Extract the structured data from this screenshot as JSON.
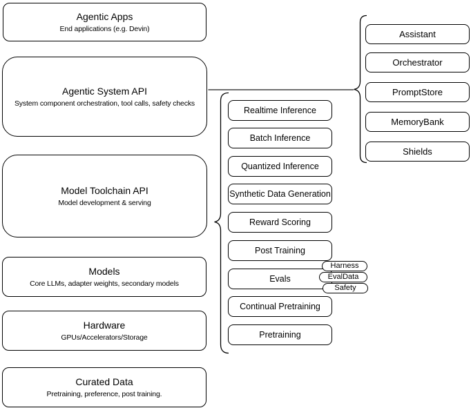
{
  "diagram": {
    "left_stack": [
      {
        "title": "Agentic Apps",
        "subtitle": "End applications (e.g. Devin)"
      },
      {
        "title": "Agentic System API",
        "subtitle": "System component orchestration, tool calls, safety checks"
      },
      {
        "title": "Model Toolchain API",
        "subtitle": "Model development & serving"
      },
      {
        "title": "Models",
        "subtitle": "Core LLMs, adapter weights, secondary models"
      },
      {
        "title": "Hardware",
        "subtitle": "GPUs/Accelerators/Storage"
      },
      {
        "title": "Curated Data",
        "subtitle": "Pretraining, preference, post training."
      }
    ],
    "toolchain_components": [
      "Realtime Inference",
      "Batch Inference",
      "Quantized Inference",
      "Synthetic Data Generation",
      "Reward Scoring",
      "Post Training",
      "Evals",
      "Continual Pretraining",
      "Pretraining"
    ],
    "evals_tags": [
      "Harness",
      "EvalData",
      "Safety"
    ],
    "system_components": [
      "Assistant",
      "Orchestrator",
      "PromptStore",
      "MemoryBank",
      "Shields"
    ]
  },
  "colors": {
    "stroke": "#000000",
    "background": "#ffffff",
    "connector": "#404040"
  }
}
